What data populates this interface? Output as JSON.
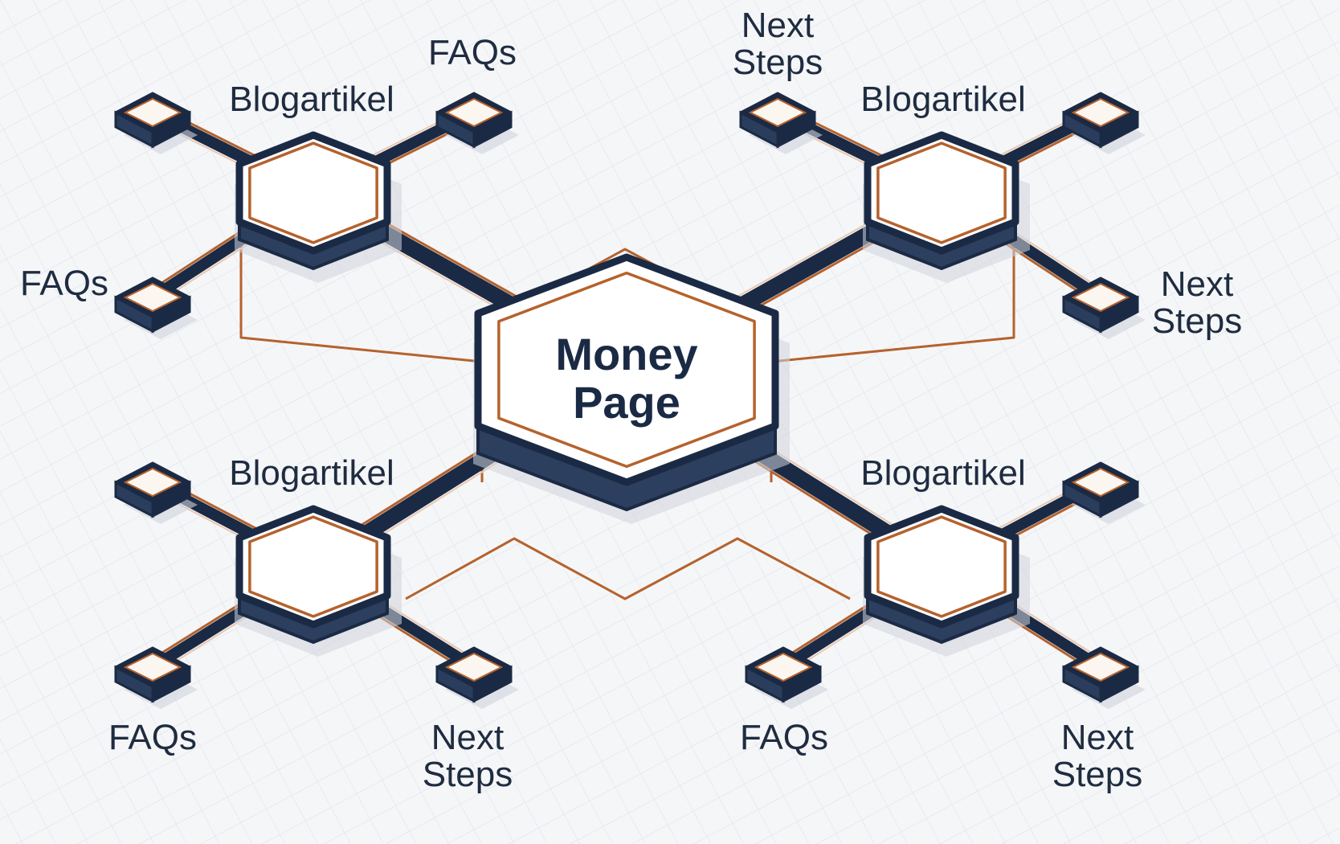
{
  "center": {
    "line1": "Money",
    "line2": "Page"
  },
  "hubs": [
    {
      "title": "Blogartikel",
      "leaves": [
        {
          "label": "FAQs"
        },
        {
          "label": "FAQs"
        },
        {
          "label": ""
        }
      ]
    },
    {
      "title": "Blogartikel",
      "leaves": [
        {
          "label": "Next Steps"
        },
        {
          "label": "Next Steps"
        },
        {
          "label": ""
        }
      ]
    },
    {
      "title": "Blogartikel",
      "leaves": [
        {
          "label": "FAQs"
        },
        {
          "label": "Next Steps"
        },
        {
          "label": ""
        }
      ]
    },
    {
      "title": "Blogartikel",
      "leaves": [
        {
          "label": "FAQs"
        },
        {
          "label": "Next Steps"
        },
        {
          "label": ""
        }
      ]
    }
  ],
  "colors": {
    "navy": "#1b2a44",
    "copper": "#b5622d",
    "face": "#ffffff",
    "grid": "#dfe3ea"
  }
}
